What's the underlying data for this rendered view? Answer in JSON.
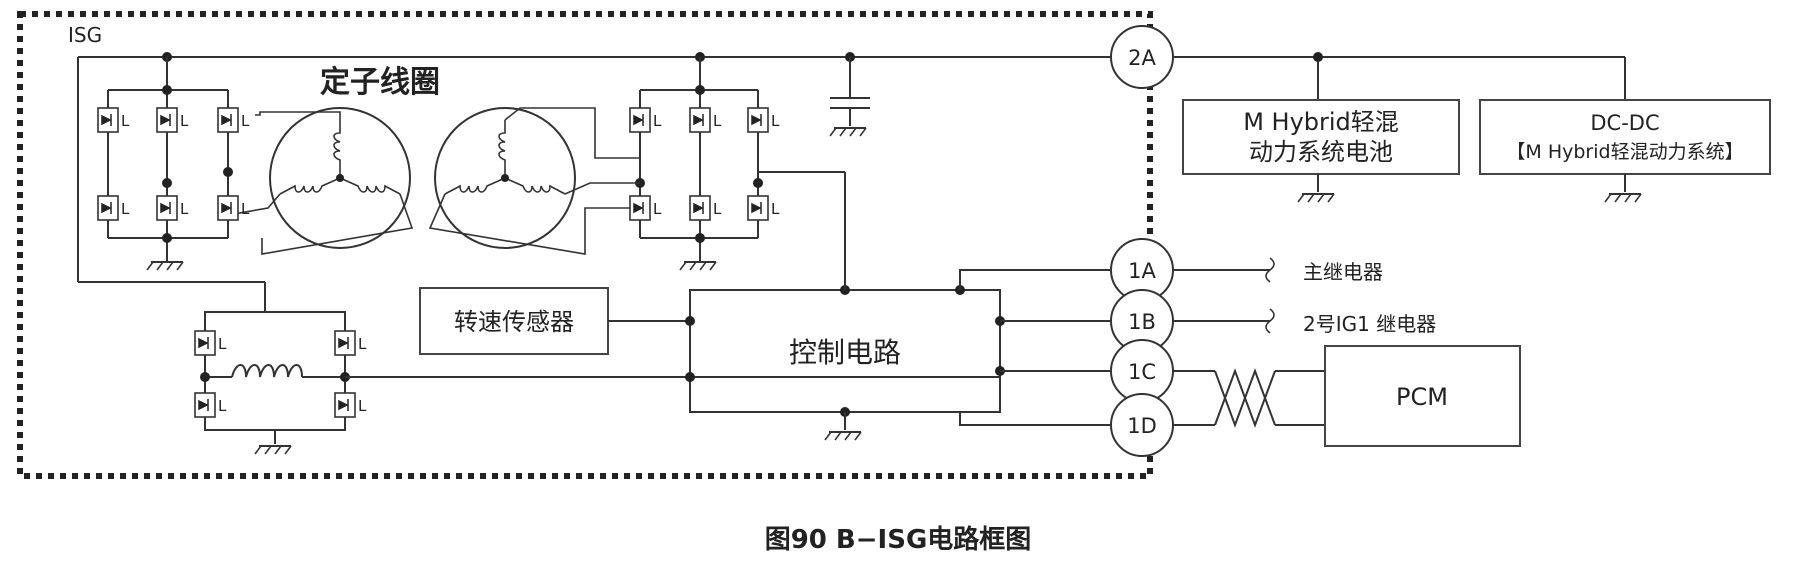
{
  "labels": {
    "isg": "ISG",
    "stator": "定子线圈",
    "speed_sensor": "转速传感器",
    "control": "控制电路",
    "battery_line1": "M Hybrid轻混",
    "battery_line2": "动力系统电池",
    "dcdc_line1": "DC-DC",
    "dcdc_line2": "【M Hybrid轻混动力系统】",
    "relay_main": "主继电器",
    "relay_ig1": "2号IG1 继电器",
    "pcm": "PCM",
    "caption": "图90 B−ISG电路框图",
    "mosfet_tag": "L"
  },
  "terminals": [
    "2A",
    "1A",
    "1B",
    "1C",
    "1D"
  ]
}
